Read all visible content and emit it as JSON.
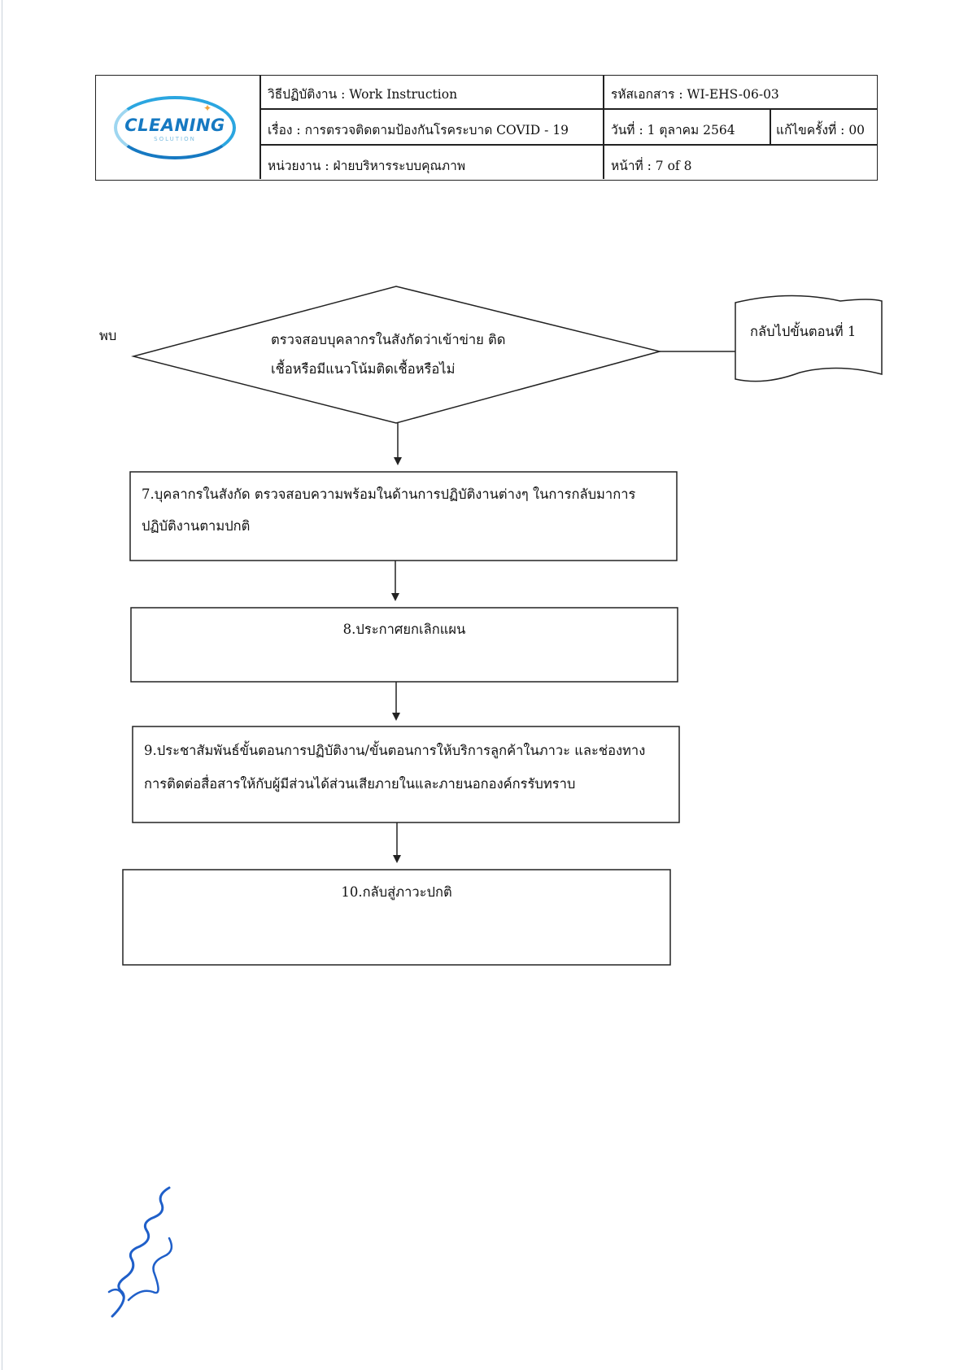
{
  "header": {
    "logo_text": "CLEANING",
    "logo_subtext": "SOLUTION",
    "procedure": "วิธีปฏิบัติงาน : Work Instruction",
    "subject": "เรื่อง   : การตรวจติดตามป้องกันโรคระบาด COVID - 19",
    "department": "หน่วยงาน   : ฝ่ายบริหารระบบคุณภาพ",
    "doc_code": "รหัสเอกสาร : WI-EHS-06-03",
    "date": "วันที่ : 1 ตุลาคม 2564",
    "revision": "แก้ไขครั้งที่ : 00",
    "page": "หน้าที่ :   7 of 8"
  },
  "flowchart": {
    "found_label": "พบ",
    "decision": {
      "line1": "ตรวจสอบบุคลากรในสังกัดว่าเข้าข่าย ติด",
      "line2": "เชื้อหรือมีแนวโน้มติดเชื้อหรือไม่"
    },
    "return_step": "กลับไปขั้นตอนที่ 1",
    "step7": {
      "line1": "7.บุคลากรในสังกัด ตรวจสอบความพร้อมในด้านการปฏิบัติงานต่างๆ ในการกลับมาการ",
      "line2": "ปฏิบัติงานตามปกติ"
    },
    "step8": "8.ประกาศยกเลิกแผน",
    "step9": {
      "line1": "9.ประชาสัมพันธ์ขั้นตอนการปฏิบัติงาน/ขั้นตอนการให้บริการลูกค้าในภาวะ และช่องทาง",
      "line2": "การติดต่อสื่อสารให้กับผู้มีส่วนได้ส่วนเสียภายในและภายนอกองค์กรรับทราบ"
    },
    "step10": "10.กลับสู่ภาวะปกติ"
  },
  "colors": {
    "logo_primary": "#1679c2",
    "logo_light": "#2ba6e0",
    "signature_ink": "#1f5fc9",
    "line": "#222222"
  }
}
